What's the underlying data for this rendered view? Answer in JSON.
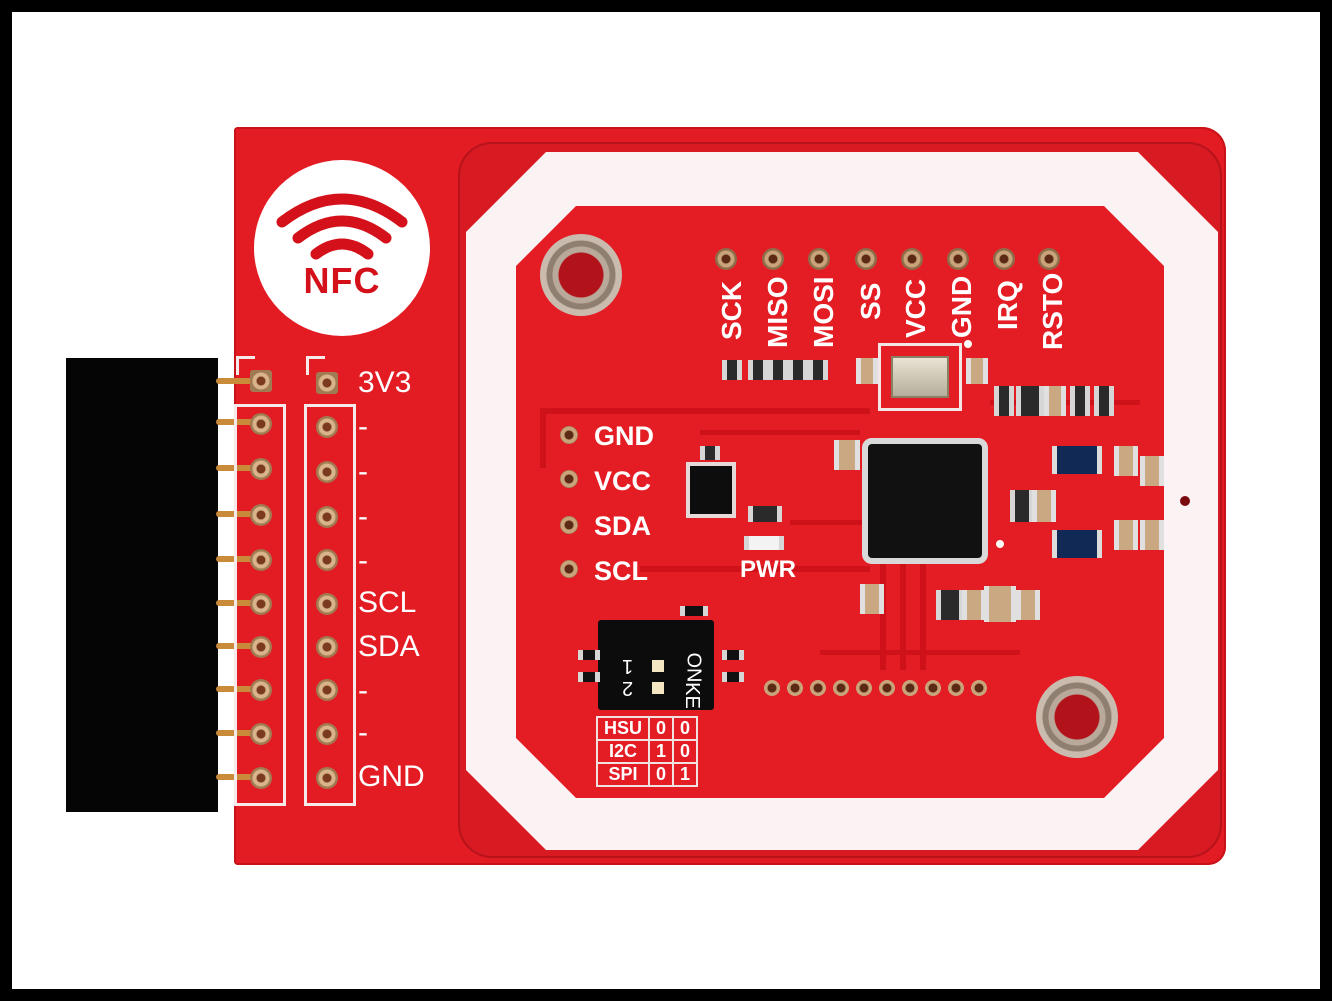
{
  "board": {
    "logo_text": "NFC",
    "left_header_labels": [
      "3V3",
      "-",
      "-",
      "-",
      "-",
      "SCL",
      "SDA",
      "-",
      "-",
      "GND"
    ],
    "top_header_labels": [
      "SCK",
      "MISO",
      "MOSI",
      "SS",
      "VCC",
      "GND",
      "IRQ",
      "RSTO"
    ],
    "i2c_labels": [
      "GND",
      "VCC",
      "SDA",
      "SCL"
    ],
    "pwr_label": "PWR",
    "switch_labels": {
      "on": "ON",
      "ke": "KE",
      "pos1": "1",
      "pos2": "2"
    },
    "mode_table": {
      "rows": [
        [
          "HSU",
          "0",
          "0"
        ],
        [
          "I2C",
          "1",
          "0"
        ],
        [
          "SPI",
          "0",
          "1"
        ]
      ]
    },
    "colors": {
      "pcb": "#e31b23",
      "silkscreen": "#ffffff",
      "header": "#050505"
    }
  }
}
